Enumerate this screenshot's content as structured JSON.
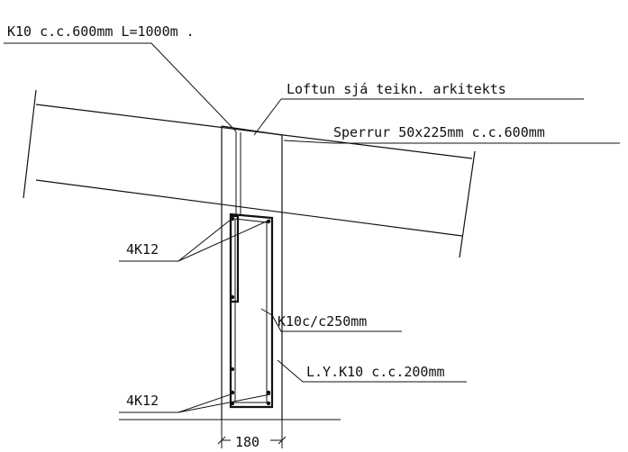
{
  "labels": {
    "rafter_tie": "K10 c.c.600mm L=1000m .",
    "ventilation": "Loftun sjá teikn. arkitekts",
    "rafters": "Sperrur 50x225mm c.c.600mm",
    "top_bars": "4K12",
    "stirrups_inner": "K10c/c250mm",
    "stirrups_outer": "L.Y.K10 c.c.200mm",
    "bottom_bars": "4K12",
    "width_dim": "180"
  }
}
